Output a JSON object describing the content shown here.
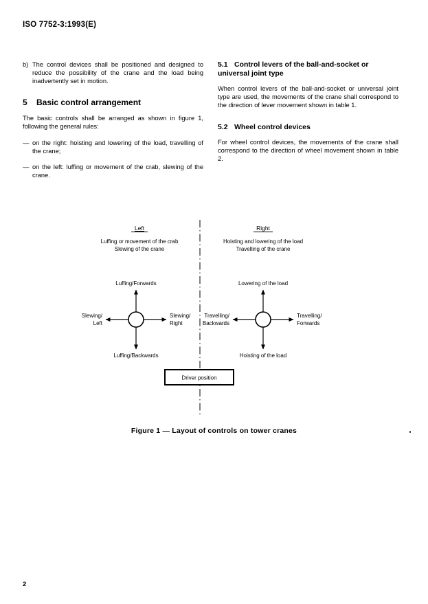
{
  "document": {
    "header": "ISO 7752-3:1993(E)",
    "page_number": "2"
  },
  "left_column": {
    "item_b": {
      "marker": "b)",
      "text": "The control devices shall be positioned and designed to reduce the possibility of the crane and the load being inadvertently set in motion."
    },
    "section_5": {
      "number": "5",
      "title": "Basic control arrangement",
      "intro": "The basic controls shall be arranged as shown in figure 1, following the general rules:",
      "bullets": [
        {
          "marker": "—",
          "text": "on the right: hoisting and lowering of the load, travelling of the crane;"
        },
        {
          "marker": "—",
          "text": "on the left: luffing or movement of the crab, slewing of the crane."
        }
      ]
    }
  },
  "right_column": {
    "section_5_1": {
      "number": "5.1",
      "title": "Control levers of the ball-and-socket or universal joint type",
      "body": "When control levers of the ball-and-socket or universal joint type are used, the movements of the crane shall correspond to the direction of lever movement shown in table 1."
    },
    "section_5_2": {
      "number": "5.2",
      "title": "Wheel control devices",
      "body": "For wheel control devices, the movements of the crane shall correspond to the direction of wheel movement shown in table 2."
    }
  },
  "figure": {
    "caption": "Figure 1 — Layout of controls on tower cranes",
    "left_group": {
      "heading": "Left",
      "subtitle_line1": "Luffing or movement of the crab",
      "subtitle_line2": "Slewing of the crane",
      "arrows": {
        "up": "Luffing/Forwards",
        "down": "Luffing/Backwards",
        "left_line1": "Slewing/",
        "left_line2": "Left",
        "right_line1": "Slewing/",
        "right_line2": "Right"
      }
    },
    "right_group": {
      "heading": "Right",
      "subtitle_line1": "Hoisting and lowering of the load",
      "subtitle_line2": "Travelling of the crane",
      "arrows": {
        "up": "Lowering of the load",
        "down": "Hoisting of the load",
        "left_line1": "Travelling/",
        "left_line2": "Backwards",
        "right_line1": "Travelling/",
        "right_line2": "Forwards"
      }
    },
    "driver_position_label": "Driver position",
    "colors": {
      "line": "#000000",
      "background": "#ffffff"
    }
  }
}
